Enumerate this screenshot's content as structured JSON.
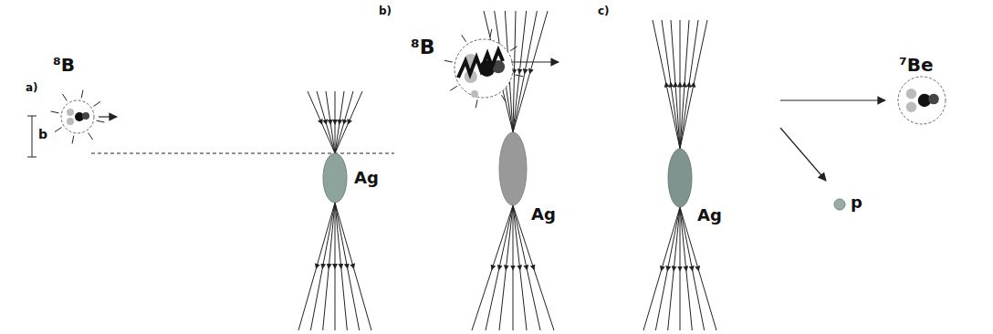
{
  "diagram": {
    "labels": [
      "a)",
      "⁸B",
      "b",
      "Ag",
      "b)",
      "⁸B",
      "Ag",
      "c)",
      "Ag",
      "⁷Be",
      "p"
    ]
  }
}
